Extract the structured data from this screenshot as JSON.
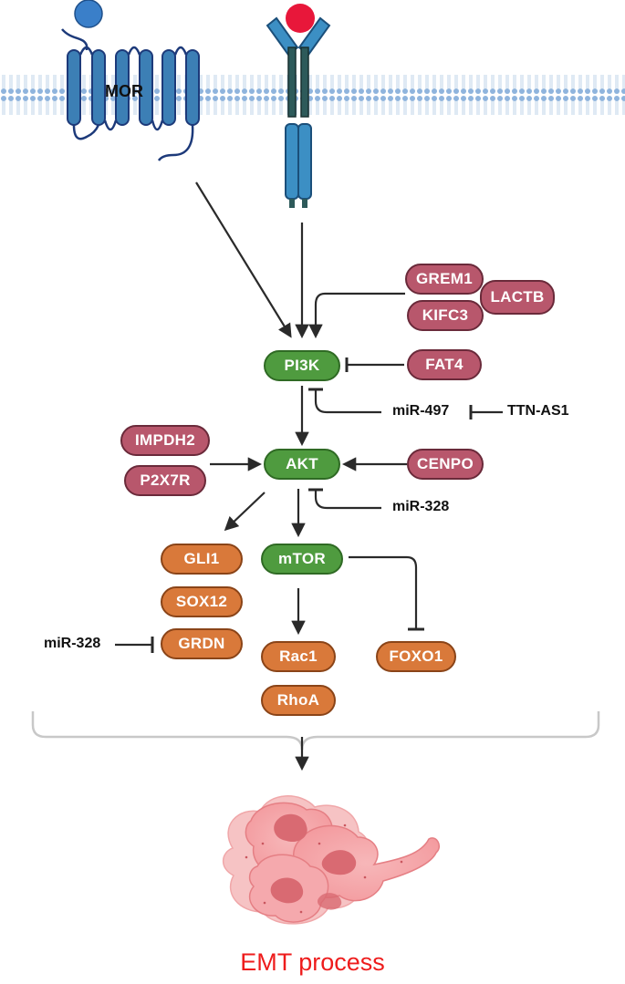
{
  "receptors": {
    "mor_label": "MOR"
  },
  "nodes": {
    "pi3k": "PI3K",
    "akt": "AKT",
    "mtor": "mTOR",
    "grem1": "GREM1",
    "kifc3": "KIFC3",
    "lactb": "LACTB",
    "fat4": "FAT4",
    "impdh2": "IMPDH2",
    "p2x7r": "P2X7R",
    "cenpo": "CENPO",
    "gli1": "GLI1",
    "sox12": "SOX12",
    "grdn": "GRDN",
    "rac1": "Rac1",
    "rhoa": "RhoA",
    "foxo1": "FOXO1"
  },
  "regulators": {
    "mir497": "miR-497",
    "ttn_as1": "TTN-AS1",
    "mir328_akt": "miR-328",
    "mir328_grdn": "miR-328"
  },
  "outcome": {
    "title": "EMT process"
  },
  "colors": {
    "green": "#4f9b3f",
    "pink": "#b8576c",
    "orange": "#d9793a",
    "title_red": "#ee1c1c",
    "receptor_blue": "#3c7fb5",
    "ligand_red": "#e8173a"
  }
}
